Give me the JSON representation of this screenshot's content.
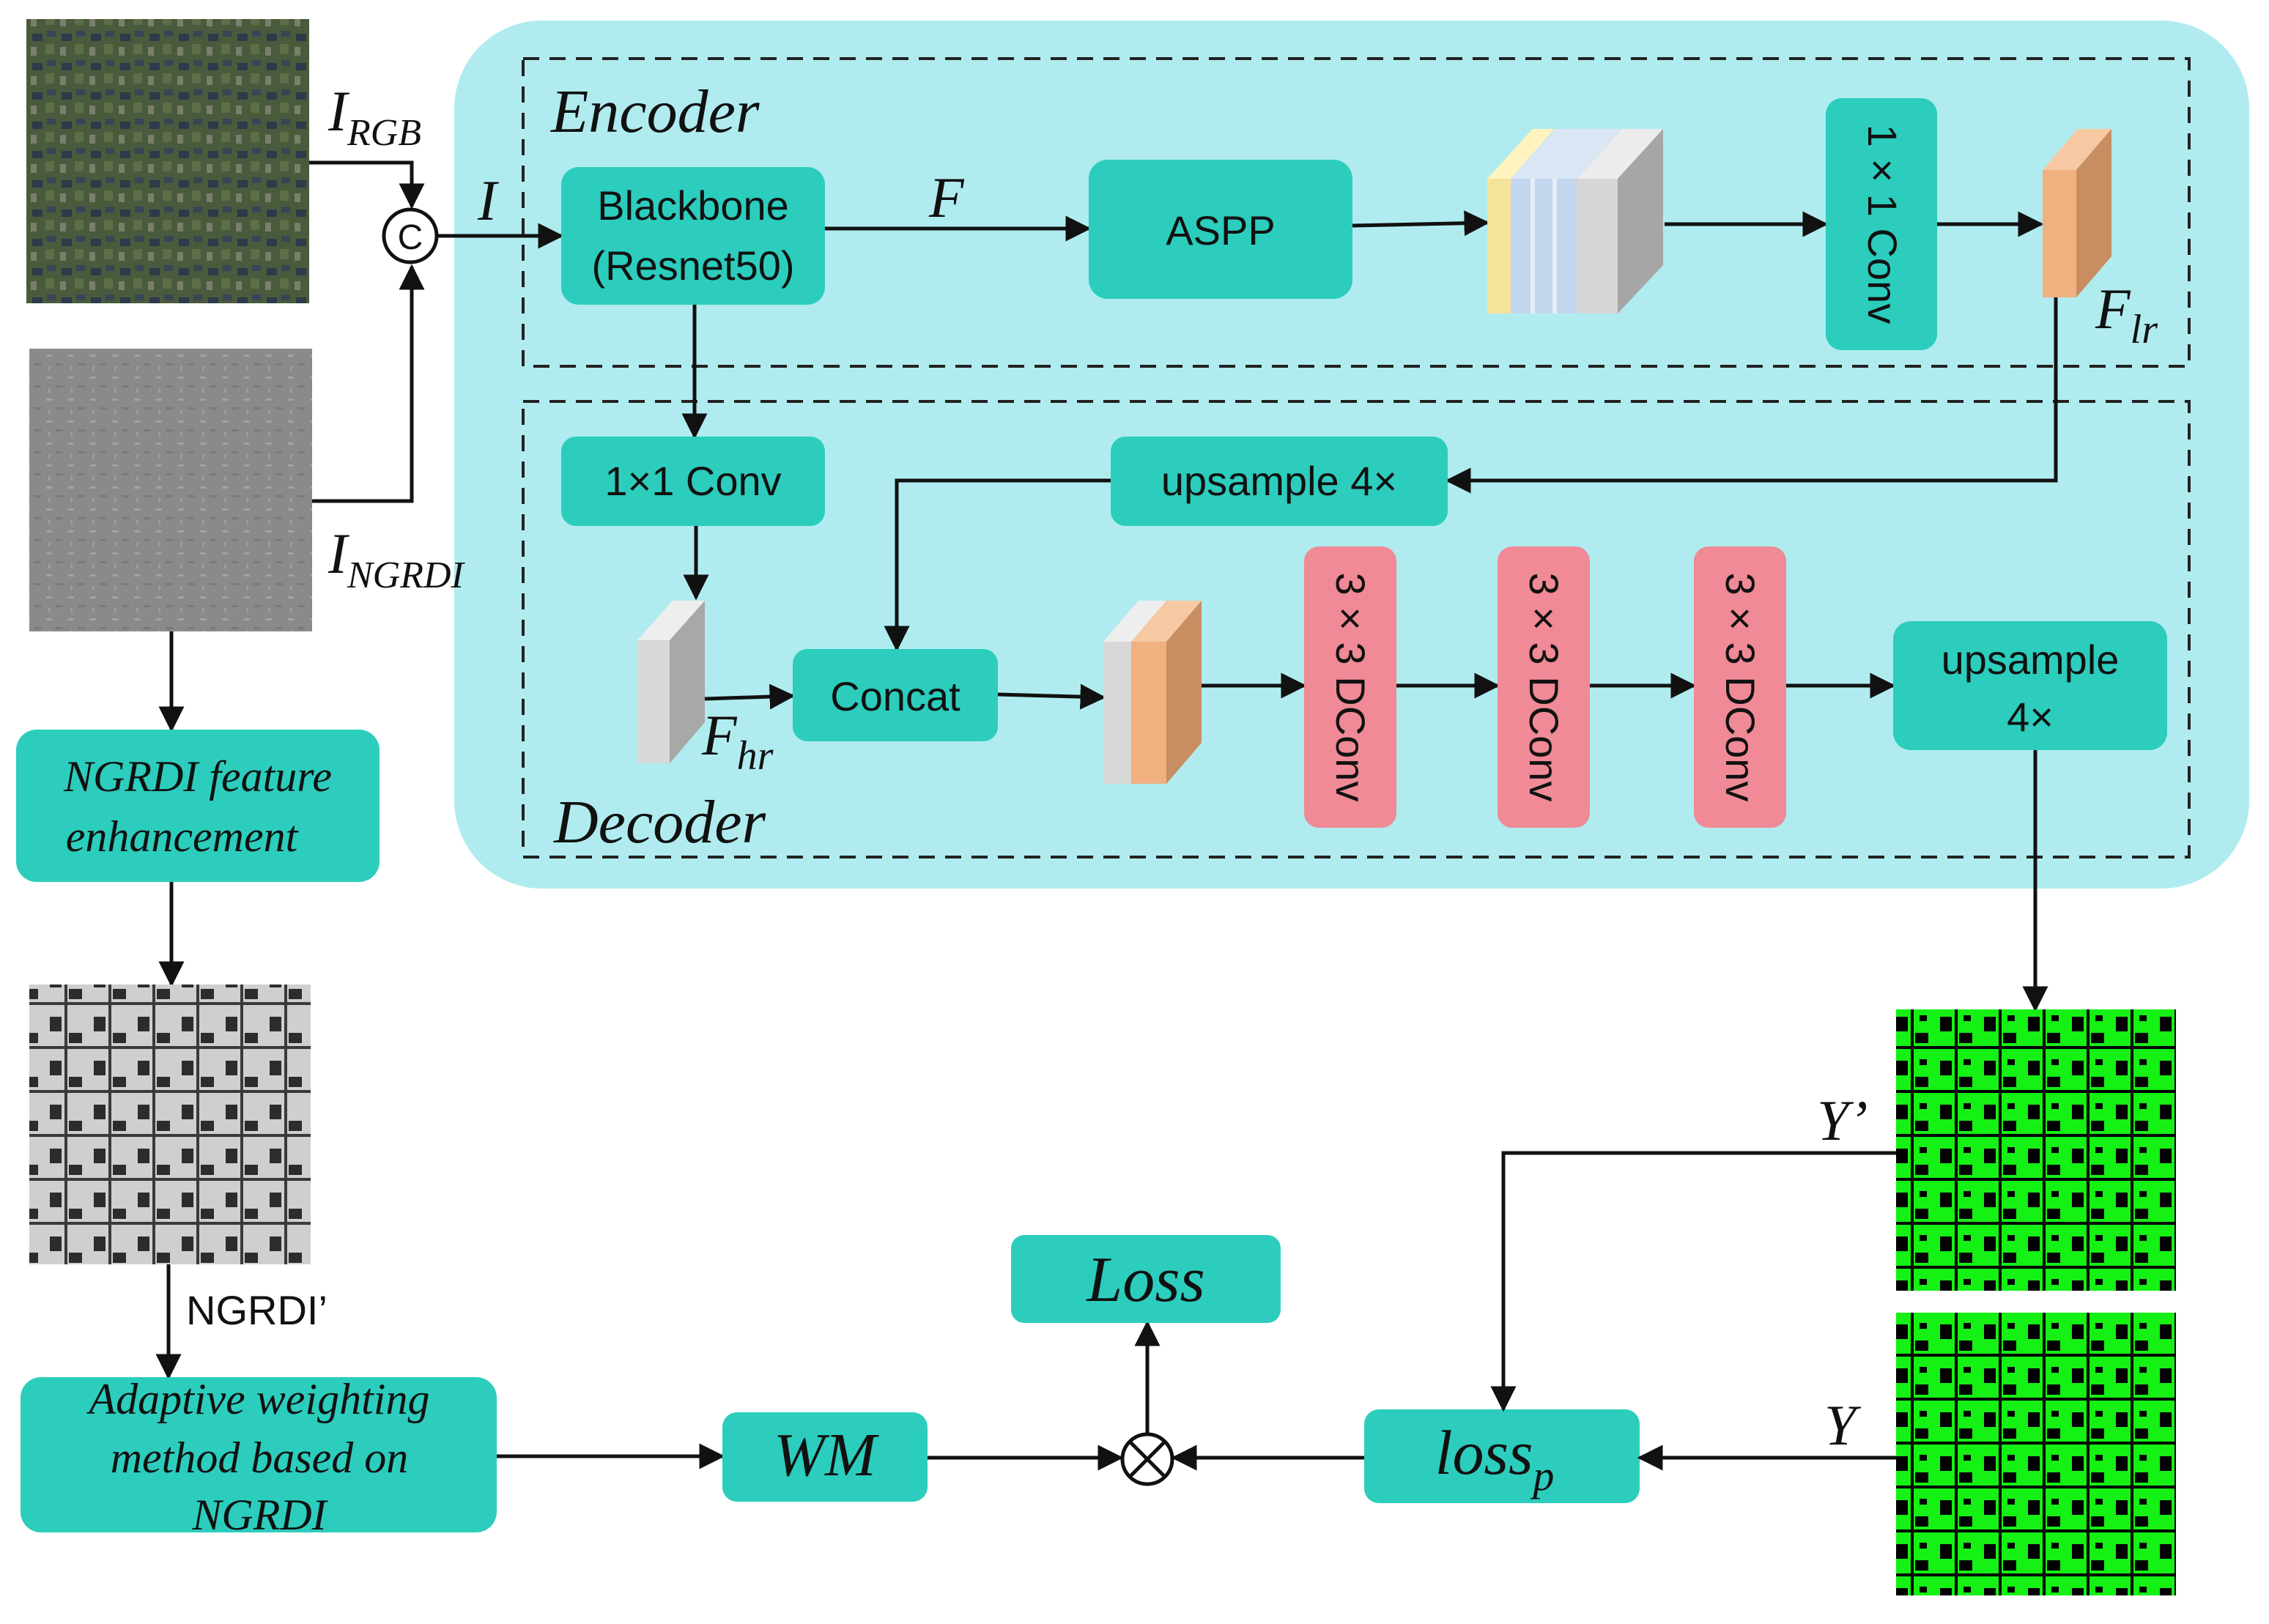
{
  "colors": {
    "panel": "#b0ecef",
    "teal": "#2ccdbd",
    "pink": "#ef8a96",
    "orange": "#f0b080",
    "orange_dark": "#c98d62",
    "gray_light": "#d8d8d8",
    "gray_mid": "#a8a8a8",
    "yellow": "#f6e39a",
    "blue_light": "#c4d6ee",
    "green": "#15f015",
    "black": "#000000"
  },
  "sections": {
    "encoder": "Encoder",
    "decoder": "Decoder"
  },
  "inputs": {
    "rgb_main": "I",
    "rgb_sub": "RGB",
    "ngrdi_main": "I",
    "ngrdi_sub": "NGRDI",
    "concat_symbol": "C",
    "concat_output": "I"
  },
  "encoder": {
    "backbone_line1": "Blackbone",
    "backbone_line2": "(Resnet50)",
    "feature_label": "F",
    "aspp": "ASPP",
    "conv1x1": "1 × 1 Conv",
    "flr_main": "F",
    "flr_sub": "lr"
  },
  "decoder": {
    "conv1x1": "1×1 Conv",
    "upsample_top": "upsample 4×",
    "fhr_main": "F",
    "fhr_sub": "hr",
    "concat": "Concat",
    "dconv1": "3 × 3 DConv",
    "dconv2": "3 × 3 DConv",
    "dconv3": "3 × 3 DConv",
    "upsample_out_line1": "upsample",
    "upsample_out_line2": "4×"
  },
  "bottom": {
    "enhancement_line1": "NGRDI feature",
    "enhancement_line2": "enhancement",
    "ngrdi_prime": "NGRDI’",
    "adaptive_line1": "Adaptive weighting",
    "adaptive_line2": "method based on",
    "adaptive_line3": "NGRDI",
    "wm": "WM",
    "loss": "Loss",
    "lossp_main": "loss",
    "lossp_sub": "p",
    "y_pred": "Y’",
    "y_true": "Y"
  }
}
